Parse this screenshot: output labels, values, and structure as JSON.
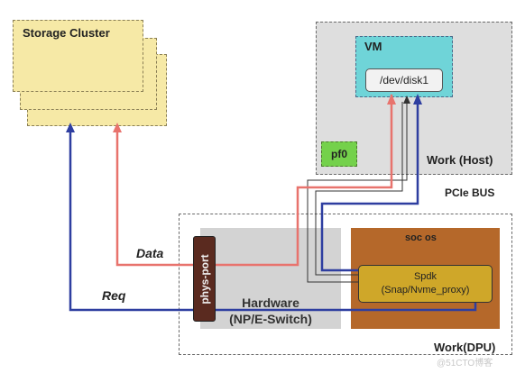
{
  "storage": {
    "title": "Storage Cluster"
  },
  "host": {
    "vm_label": "VM",
    "disk_label": "/dev/disk1",
    "pf_label": "pf0",
    "region_label": "Work (Host)"
  },
  "bus": {
    "label": "PCIe BUS"
  },
  "dpu": {
    "port_label": "phys-port",
    "hardware_line1": "Hardware",
    "hardware_line2": "(NP/E-Switch)",
    "soc_label": "soc os",
    "spdk_line1": "Spdk",
    "spdk_line2": "(Snap/Nvme_proxy)",
    "region_label": "Work(DPU)"
  },
  "flows": {
    "data_label": "Data",
    "req_label": "Req",
    "data_color": "#e8736d",
    "req_color": "#2e3ea0"
  },
  "watermark": "@51CTO博客"
}
